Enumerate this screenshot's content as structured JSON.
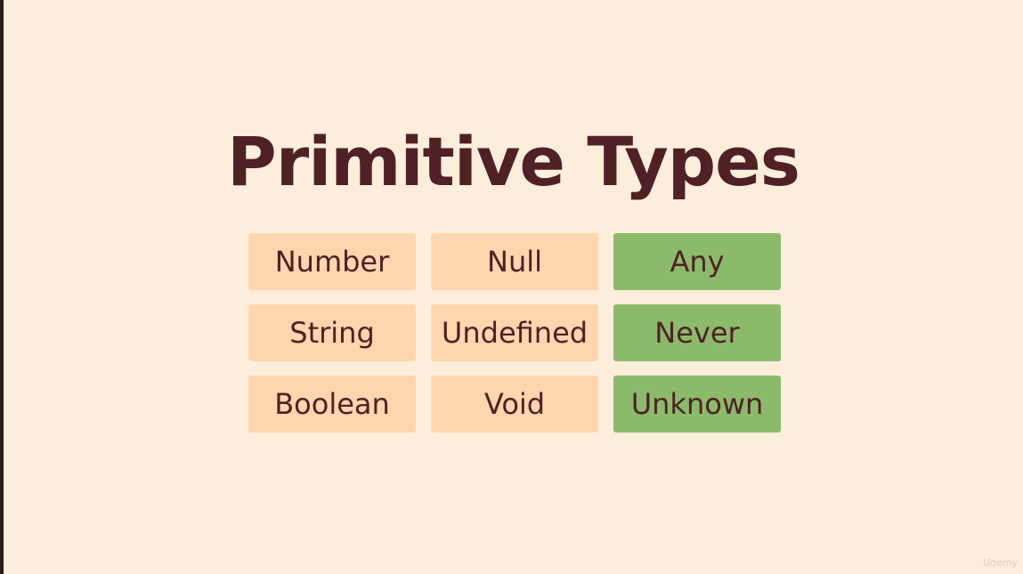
{
  "slide": {
    "title": "Primitive Types",
    "columns": [
      {
        "color": "#fed6ae",
        "items": [
          "Number",
          "String",
          "Boolean"
        ]
      },
      {
        "color": "#fed6ae",
        "items": [
          "Null",
          "Undefined",
          "Void"
        ]
      },
      {
        "color": "#8bbb6a",
        "items": [
          "Any",
          "Never",
          "Unknown"
        ]
      }
    ],
    "text_color": "#4f2126",
    "background_color": "#fdeedb"
  },
  "watermark": "Udemy"
}
